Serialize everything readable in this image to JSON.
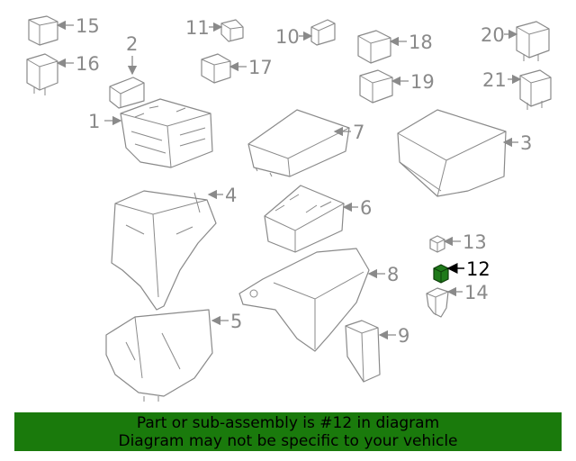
{
  "labels": {
    "l1": "1",
    "l2": "2",
    "l3": "3",
    "l4": "4",
    "l5": "5",
    "l6": "6",
    "l7": "7",
    "l8": "8",
    "l9": "9",
    "l10": "10",
    "l11": "11",
    "l12": "12",
    "l13": "13",
    "l14": "14",
    "l15": "15",
    "l16": "16",
    "l17": "17",
    "l18": "18",
    "l19": "19",
    "l20": "20",
    "l21": "21"
  },
  "banner": {
    "line1": "Part or sub-assembly is #12 in diagram",
    "line2": "Diagram may not be specific to your vehicle"
  },
  "colors": {
    "highlight_part": "#1f7a1a",
    "banner_bg": "#1a7a0c",
    "line_gray": "#8a8a8a"
  }
}
